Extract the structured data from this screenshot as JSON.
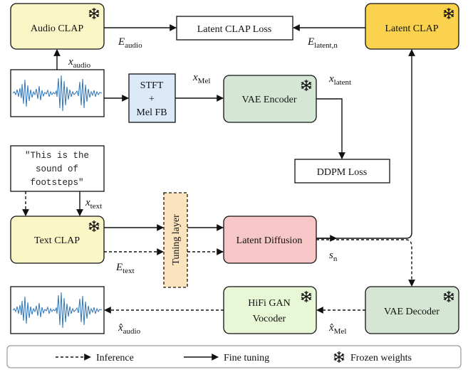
{
  "boxes": {
    "audio_clap": "Audio CLAP",
    "latent_clap_loss": "Latent CLAP Loss",
    "latent_clap": "Latent CLAP",
    "stft_line1": "STFT",
    "stft_line2": "+",
    "stft_line3": "Mel FB",
    "vae_encoder": "VAE Encoder",
    "ddpm_loss": "DDPM Loss",
    "text_clap": "Text CLAP",
    "tuning_layer": "Tuning layer",
    "latent_diffusion": "Latent Diffusion",
    "vae_decoder": "VAE Decoder",
    "hifigan_line1": "HiFi GAN",
    "hifigan_line2": "Vocoder"
  },
  "prompt": {
    "line1": "\"This is the",
    "line2": "sound of",
    "line3": "footsteps\""
  },
  "labels": {
    "e_audio": {
      "base": "E",
      "sub": "audio"
    },
    "e_latent": {
      "base": "E",
      "sub": "latent,n"
    },
    "x_audio": {
      "base": "x",
      "sub": "audio"
    },
    "x_mel": {
      "base": "x",
      "sub": "Mel"
    },
    "x_latent": {
      "base": "x",
      "sub": "latent"
    },
    "x_text": {
      "base": "x",
      "sub": "text"
    },
    "e_text": {
      "base": "E",
      "sub": "text"
    },
    "s_n": {
      "base": "s",
      "sub": "n"
    },
    "xhat_audio": {
      "base": "x̂",
      "sub": "audio"
    },
    "xhat_mel": {
      "base": "x̂",
      "sub": "Mel"
    }
  },
  "legend": {
    "inference": "Inference",
    "fine_tuning": "Fine tuning",
    "frozen": "Frozen weights"
  },
  "colors": {
    "clap_yellow": "#fbf6c6",
    "latent_clap_orange": "#fbd24d",
    "stft_blue": "#dce9f8",
    "vae_green": "#d5e7d4",
    "ddpm_white": "#ffffff",
    "diffusion_pink": "#f7c7c7",
    "tuning_orange": "#fbe3bd",
    "hifigan_green": "#e8f7d5",
    "waveform_blue": "#2e75b6"
  },
  "icons": {
    "frozen": "snowflake-icon",
    "waveform": "audio-waveform"
  }
}
